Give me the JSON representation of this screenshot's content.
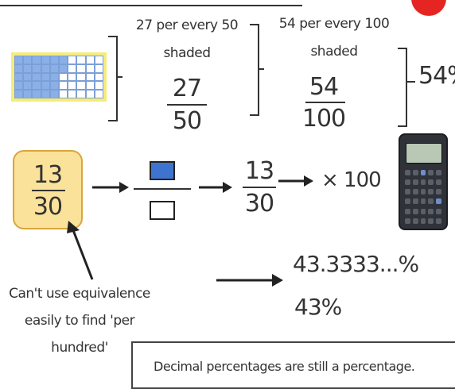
{
  "header": {
    "title": "",
    "badge_color": "#e52521"
  },
  "grid": {
    "rows": 5,
    "cols": 10,
    "shaded_per_row": 5.4,
    "shaded_color": "#8bb0e8",
    "border_color": "#f5ec7a"
  },
  "step1": {
    "caption_line1": "27 per every 50",
    "caption_line2": "shaded",
    "numerator": "27",
    "denominator": "50"
  },
  "step2": {
    "caption_line1": "54 per every 100",
    "caption_line2": "shaded",
    "numerator": "54",
    "denominator": "100"
  },
  "result_percent": "54%",
  "example": {
    "numerator": "13",
    "denominator": "30",
    "times_label": "× 100",
    "result1": "43.3333...%",
    "result2": "43%"
  },
  "note": {
    "line1": "Can't use equivalence",
    "line2": "easily to find 'per",
    "line3": "hundred'"
  },
  "bottom_text": "Decimal percentages are still a percentage.",
  "colors": {
    "yellow_box": "#fbe29b",
    "blue_square": "#3f73d0",
    "ink": "#333333"
  },
  "icons": {
    "calculator": "calculator-icon",
    "arrow": "arrow-right-icon"
  }
}
